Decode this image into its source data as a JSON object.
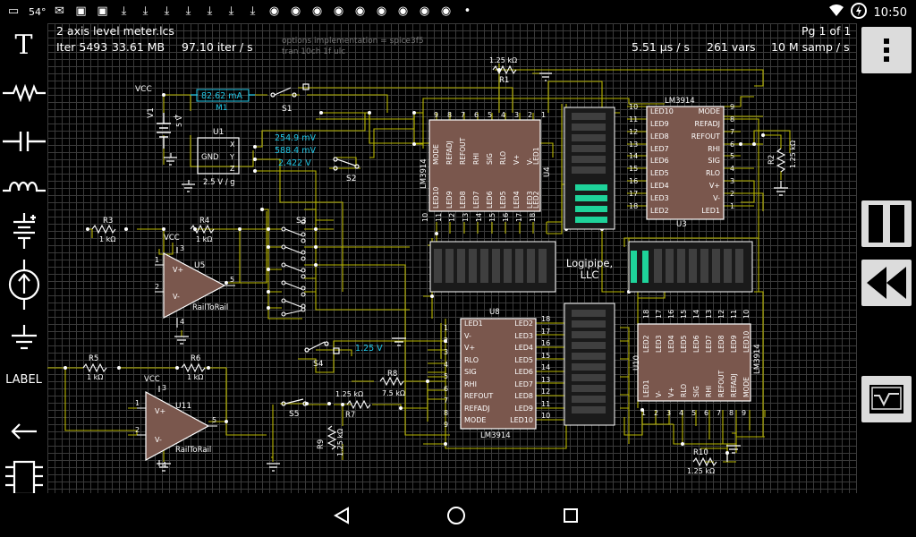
{
  "status_bar": {
    "temperature": "54°",
    "time": "10:50",
    "icons": [
      "message-icon",
      "mail-icon",
      "image-icon",
      "photo-icon",
      "download-icon",
      "download-icon",
      "download-icon",
      "download-icon",
      "download-icon",
      "download-icon",
      "download-icon",
      "eye-icon",
      "eye-icon",
      "eye-icon",
      "eye-icon",
      "eye-icon",
      "eye-icon",
      "eye-icon",
      "eye-icon",
      "eye-icon",
      "dot-icon"
    ]
  },
  "hud": {
    "filename": "2 axis level meter.lcs",
    "page": "Pg 1 of 1",
    "iter": "Iter 5493",
    "memory": "33.61 MB",
    "iter_rate": "97.10 iter / s",
    "options_line1": "options implementation = spice3f5",
    "options_line2": "tran 10ch 1f ulc",
    "time_step": "5.51 µs / s",
    "vars": "261 vars",
    "samples": "10 M samp / s"
  },
  "left_toolbar": {
    "tools": [
      "text-tool",
      "resistor-tool",
      "capacitor-tool",
      "inductor-tool",
      "battery-tool",
      "current-source-tool",
      "ground-tool",
      "label-tool",
      "back-arrow-tool",
      "ic-chip-tool"
    ],
    "label_text": "LABEL",
    "text_tool_glyph": "T"
  },
  "right_toolbar": {
    "buttons": [
      "menu-button",
      "pause-button",
      "rewind-button",
      "scope-button"
    ]
  },
  "schematic": {
    "vcc1": "VCC",
    "v1_name": "V1",
    "v1_value": "5 V",
    "ammeter_value": "82.62 mA",
    "ammeter_name": "M1",
    "s1": "S1",
    "s2": "S2",
    "s3": "S3",
    "s4": "S4",
    "s5": "S5",
    "u1": "U1",
    "u1_gnd": "GND",
    "u1_x": "X",
    "u1_y": "Y",
    "u1_z": "Z",
    "u1_value": "2.5 V / g",
    "probe_x": "254.9 mV",
    "probe_y": "588.4 mV",
    "probe_z": "2.422 V",
    "r1": "R1",
    "r1_value": "1.25 kΩ",
    "r2": "R2",
    "r2_value": "1.25 kΩ",
    "r3": "R3",
    "r3_value": "1 kΩ",
    "r4": "R4",
    "r4_value": "1 kΩ",
    "r5": "R5",
    "r5_value": "1 kΩ",
    "r6": "R6",
    "r6_value": "1 kΩ",
    "r7": "R7",
    "r7_value": "1.25 kΩ",
    "r8": "R8",
    "r8_value": "7.5 kΩ",
    "r9": "R9",
    "r9_value": "1.25 kΩ",
    "r10": "R10",
    "r10_value": "1.25 kΩ",
    "u5": "U5",
    "u11": "U11",
    "vcc_u5": "VCC",
    "vcc_u11": "VCC",
    "opamp_label": "RailToRail",
    "vref_label": "1.25 V",
    "u3": "U3",
    "u4": "U4",
    "u8": "U8",
    "u10": "U10",
    "chip_name": "LM3914",
    "logo_line1": "Logipipe,",
    "logo_line2": "LLC",
    "lm_pins_left": [
      "LED1",
      "V-",
      "V+",
      "RLO",
      "SIG",
      "RHI",
      "REFOUT",
      "REFADJ",
      "MODE"
    ],
    "lm_pins_right": [
      "LED2",
      "LED3",
      "LED4",
      "LED5",
      "LED6",
      "LED7",
      "LED8",
      "LED9",
      "LED10"
    ],
    "u3_left": [
      "LED10",
      "LED9",
      "LED8",
      "LED7",
      "LED6",
      "LED5",
      "LED4",
      "LED3",
      "LED2"
    ],
    "u3_right": [
      "MODE",
      "REFADJ",
      "REFOUT",
      "RHI",
      "SIG",
      "RLO",
      "V+",
      "V-",
      "LED1"
    ],
    "pin_numbers_1_9": [
      "1",
      "2",
      "3",
      "4",
      "5",
      "6",
      "7",
      "8",
      "9"
    ],
    "pin_numbers_10_18": [
      "10",
      "11",
      "12",
      "13",
      "14",
      "15",
      "16",
      "17",
      "18"
    ],
    "pin_numbers_18_10": [
      "18",
      "17",
      "16",
      "15",
      "14",
      "13",
      "12",
      "11",
      "10"
    ],
    "pin_numbers_9_1": [
      "9",
      "8",
      "7",
      "6",
      "5",
      "4",
      "3",
      "2",
      "1"
    ],
    "opamp_pins": [
      "1",
      "2",
      "3",
      "4",
      "5"
    ],
    "opamp_vplus": "V+",
    "opamp_vminus": "V-",
    "u11_pin3": "3"
  },
  "colors": {
    "wire": "#b8b600",
    "chip": "#7a574d",
    "led_on": "#1ed39a",
    "led_off": "#3f3f3f",
    "probe": "#20c8e8",
    "grid": "#3a3a3a"
  },
  "nav_bar": {
    "buttons": [
      "back-button",
      "home-button",
      "recents-button"
    ]
  }
}
